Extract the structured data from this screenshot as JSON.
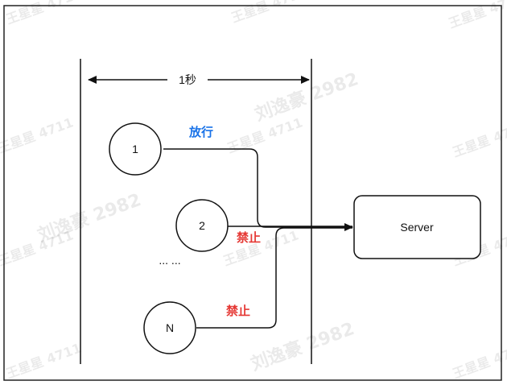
{
  "interval_label": "1秒",
  "nodes": [
    {
      "label": "1"
    },
    {
      "label": "2"
    },
    {
      "label": "N"
    }
  ],
  "ellipsis": "... ...",
  "server_label": "Server",
  "status_allow": "放行",
  "status_deny_2": "禁止",
  "status_deny_n": "禁止",
  "colors": {
    "allow": "#1a73e8",
    "deny": "#e53935",
    "stroke": "#111111"
  },
  "watermarks": [
    "王星星 4711",
    "刘逸豪 2982"
  ]
}
